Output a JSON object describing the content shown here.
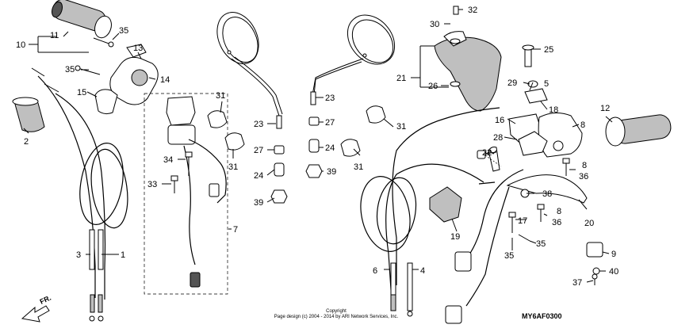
{
  "callouts": {
    "n1": "1",
    "n2": "2",
    "n3": "3",
    "n4": "4",
    "n5": "5",
    "n6": "6",
    "n7": "7",
    "n8": "8",
    "n9": "9",
    "n10": "10",
    "n11": "11",
    "n12": "12",
    "n13": "13",
    "n14": "14",
    "n15": "15",
    "n16": "16",
    "n17": "17",
    "n18": "18",
    "n19": "19",
    "n20": "20",
    "n21": "21",
    "n22": "22",
    "n23": "23",
    "n24": "24",
    "n25": "25",
    "n26": "26",
    "n27": "27",
    "n28": "28",
    "n29": "29",
    "n30": "30",
    "n31": "31",
    "n32": "32",
    "n33": "33",
    "n34": "34",
    "n35": "35",
    "n36": "36",
    "n37": "37",
    "n38": "38",
    "n39": "39",
    "n40": "40"
  },
  "direction_label": "FR.",
  "copyright_line1": "Copyright",
  "copyright_line2": "Page design (c) 2004 - 2014 by ARI Network Services, Inc.",
  "diagram_code": "MY6AF0300"
}
